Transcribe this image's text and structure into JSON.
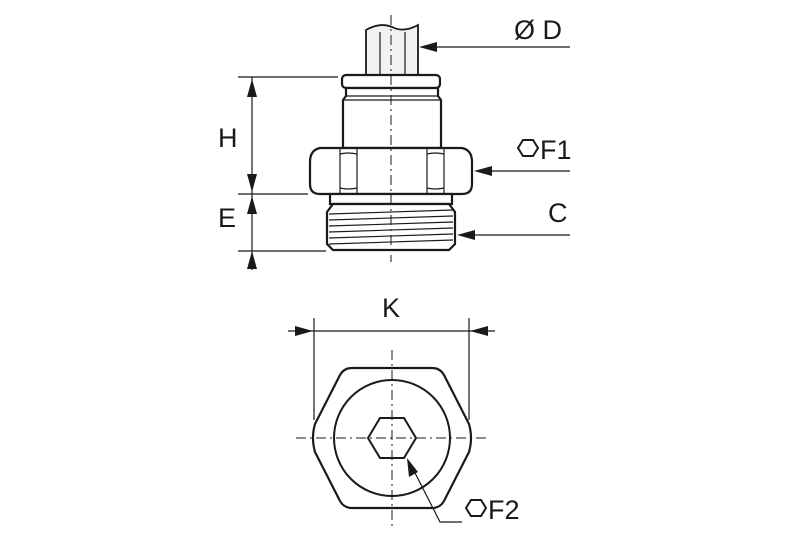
{
  "labels": {
    "tube_diameter": "Ø D",
    "height_h": "H",
    "thread_length_e": "E",
    "hex_f1": "F1",
    "thread_c": "C",
    "width_k": "K",
    "hex_f2": "F2"
  },
  "icons": {
    "hex_symbol": "hexagon-icon"
  }
}
